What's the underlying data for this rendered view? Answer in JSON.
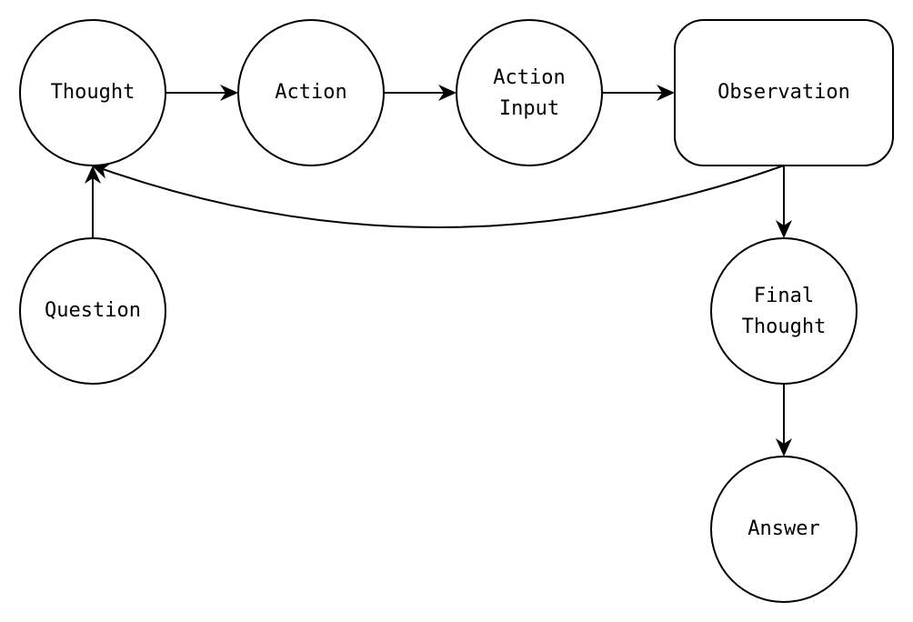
{
  "nodes": {
    "thought": {
      "label": "Thought",
      "shape": "circle"
    },
    "action": {
      "label": "Action",
      "shape": "circle"
    },
    "action_input": {
      "label_line1": "Action",
      "label_line2": "Input",
      "shape": "circle"
    },
    "observation": {
      "label": "Observation",
      "shape": "rounded-rectangle"
    },
    "question": {
      "label": "Question",
      "shape": "circle"
    },
    "final_thought": {
      "label_line1": "Final",
      "label_line2": "Thought",
      "shape": "circle"
    },
    "answer": {
      "label": "Answer",
      "shape": "circle"
    }
  },
  "edges": [
    {
      "from": "thought",
      "to": "action"
    },
    {
      "from": "action",
      "to": "action_input"
    },
    {
      "from": "action_input",
      "to": "observation"
    },
    {
      "from": "observation",
      "to": "thought",
      "style": "curved"
    },
    {
      "from": "question",
      "to": "thought"
    },
    {
      "from": "observation",
      "to": "final_thought"
    },
    {
      "from": "final_thought",
      "to": "answer"
    }
  ],
  "colors": {
    "stroke": "#000000",
    "fill": "#ffffff",
    "text": "#000000"
  }
}
